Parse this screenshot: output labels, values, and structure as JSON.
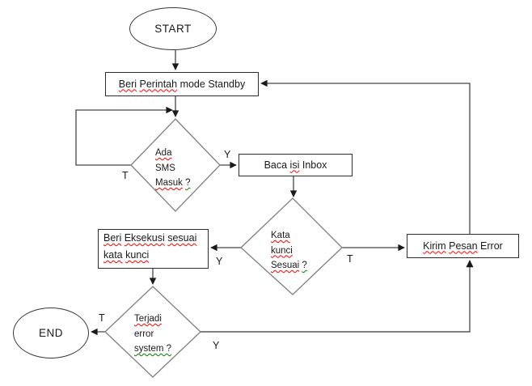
{
  "colors": {
    "background": "#ffffff",
    "process_border": "#2e2e2e",
    "diamond_border": "#7f7f7f",
    "connector": "#454545",
    "spell_check_red": "#ff0000",
    "grammar_check_green": "#008000"
  },
  "flowchart": {
    "start": {
      "label": "START"
    },
    "end": {
      "label": "END"
    },
    "standby": {
      "parts": [
        {
          "t": "Beri",
          "u": "red"
        },
        {
          "t": "Perintah",
          "u": "red"
        },
        {
          "t": "mode",
          "u": "none"
        },
        {
          "t": "Standby",
          "u": "none"
        }
      ]
    },
    "baca": {
      "parts": [
        {
          "t": "Baca",
          "u": "none"
        },
        {
          "t": "isi",
          "u": "red"
        },
        {
          "t": "Inbox",
          "u": "none"
        }
      ]
    },
    "kirim": {
      "parts": [
        {
          "t": "Kirim",
          "u": "red"
        },
        {
          "t": "Pesan",
          "u": "red"
        },
        {
          "t": "Error",
          "u": "none"
        }
      ]
    },
    "eksekusi": {
      "line1": [
        {
          "t": "Beri",
          "u": "red"
        },
        {
          "t": "Eksekusi",
          "u": "red"
        },
        {
          "t": "sesuai",
          "u": "red"
        }
      ],
      "line2": [
        {
          "t": "kata",
          "u": "red"
        },
        {
          "t": "kunci",
          "u": "red"
        }
      ]
    },
    "sms_decision": {
      "line1": [
        {
          "t": "Ada",
          "u": "red"
        }
      ],
      "line2": [
        {
          "t": "SMS",
          "u": "none"
        }
      ],
      "line3": [
        {
          "t": "Masuk",
          "u": "red"
        },
        {
          "t": "?",
          "u": "green"
        }
      ]
    },
    "keyword_decision": {
      "line1": [
        {
          "t": "Kata",
          "u": "red"
        }
      ],
      "line2": [
        {
          "t": "kunci",
          "u": "red"
        }
      ],
      "line3": [
        {
          "t": "Sesuai",
          "u": "red"
        },
        {
          "t": "?",
          "u": "green"
        }
      ]
    },
    "error_decision": {
      "line1": [
        {
          "t": "Terjadi",
          "u": "red"
        }
      ],
      "line2": [
        {
          "t": "error",
          "u": "none"
        }
      ],
      "line3": [
        {
          "t": "system ?",
          "u": "green"
        }
      ]
    },
    "branch_labels": {
      "sms_yes": "Y",
      "sms_no": "T",
      "keyword_yes": "Y",
      "keyword_no": "T",
      "error_yes": "Y",
      "error_no": "T"
    }
  }
}
